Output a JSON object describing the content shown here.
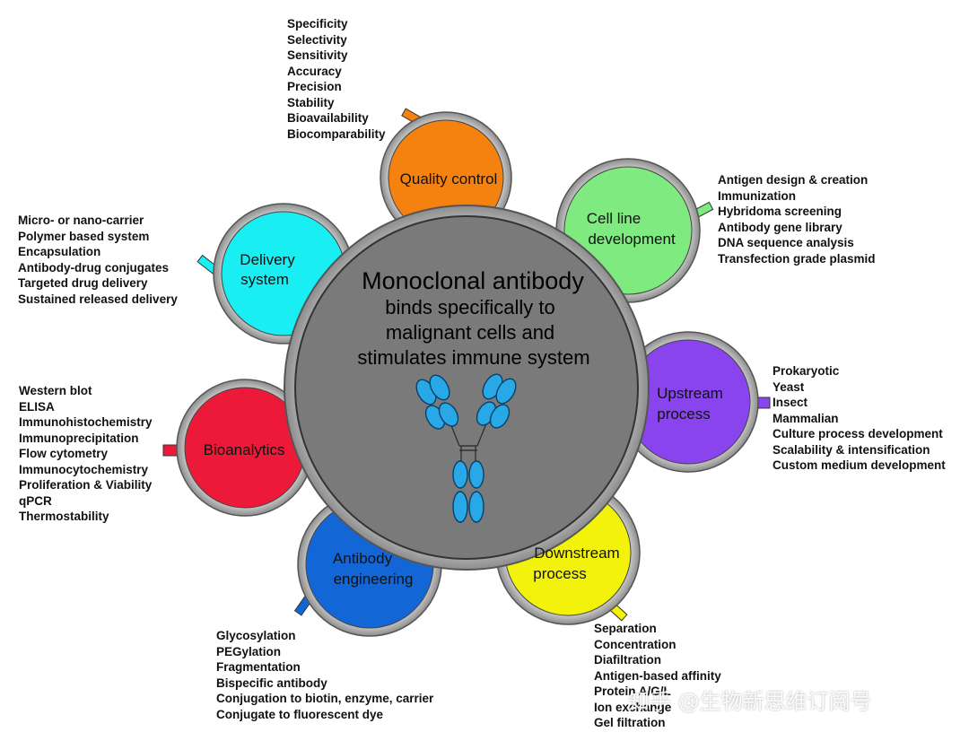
{
  "center": {
    "title": "Monoclonal antibody",
    "subtitle_lines": [
      "binds specifically to",
      "malignant cells and",
      "stimulates immune system"
    ]
  },
  "nodes": {
    "quality": {
      "label_lines": [
        "Quality control"
      ],
      "color": "#F5820E",
      "items": [
        "Specificity",
        "Selectivity",
        "Sensitivity",
        "Accuracy",
        "Precision",
        "Stability",
        "Bioavailability",
        "Biocomparability"
      ]
    },
    "cellline": {
      "label_lines": [
        "Cell line",
        "development"
      ],
      "color": "#7FEA7F",
      "items": [
        "Antigen design & creation",
        "Immunization",
        "Hybridoma screening",
        "Antibody gene library",
        "DNA sequence analysis",
        "Transfection grade plasmid"
      ]
    },
    "upstream": {
      "label_lines": [
        "Upstream",
        "process"
      ],
      "color": "#8A44EE",
      "items": [
        "Prokaryotic",
        "Yeast",
        "Insect",
        "Mammalian",
        "Culture process development",
        "Scalability & intensification",
        "Custom medium development"
      ]
    },
    "downstream": {
      "label_lines": [
        "Downstream",
        "process"
      ],
      "color": "#F2F20A",
      "items": [
        "Separation",
        "Concentration",
        "Diafiltration",
        "Antigen-based affinity",
        "Protein A/G/L",
        "Ion exchange",
        "Gel filtration"
      ]
    },
    "engineering": {
      "label_lines": [
        "Antibody",
        "engineering"
      ],
      "color": "#1266D6",
      "items": [
        "Glycosylation",
        "PEGylation",
        "Fragmentation",
        "Bispecific antibody",
        "Conjugation to biotin, enzyme, carrier",
        "Conjugate to fluorescent dye"
      ]
    },
    "bioanalytics": {
      "label_lines": [
        "Bioanalytics"
      ],
      "color": "#EC1A38",
      "items": [
        "Western blot",
        "ELISA",
        "Immunohistochemistry",
        "Immunoprecipitation",
        "Flow cytometry",
        "Immunocytochemistry",
        "Proliferation & Viability",
        "qPCR",
        "Thermostability"
      ]
    },
    "delivery": {
      "label_lines": [
        "Delivery",
        "system"
      ],
      "color": "#19EEF2",
      "items": [
        "Micro- or nano-carrier",
        "Polymer based system",
        "Encapsulation",
        "Antibody-drug conjugates",
        "Targeted drug delivery",
        "Sustained released delivery"
      ]
    }
  },
  "watermark": "知乎 @生物新思维订阅号"
}
